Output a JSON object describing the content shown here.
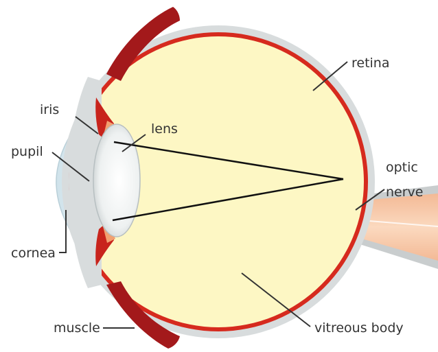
{
  "labels": {
    "retina": "retina",
    "iris": "iris",
    "lens": "lens",
    "pupil": "pupil",
    "optic_nerve_line1": "optic",
    "optic_nerve_line2": "nerve",
    "cornea": "cornea",
    "muscle": "muscle",
    "vitreous_body": "vitreous body"
  },
  "colors": {
    "vitreous": "#fdf7c4",
    "retina": "#d62a1e",
    "sclera": "#d8dcdd",
    "muscle": "#a3191b",
    "cornea": "#e4eff4",
    "lens": "#f1f3f3",
    "optic_nerve": "#f7caa8",
    "label_text": "#333333",
    "leader": "#333333",
    "ray": "#111111"
  }
}
